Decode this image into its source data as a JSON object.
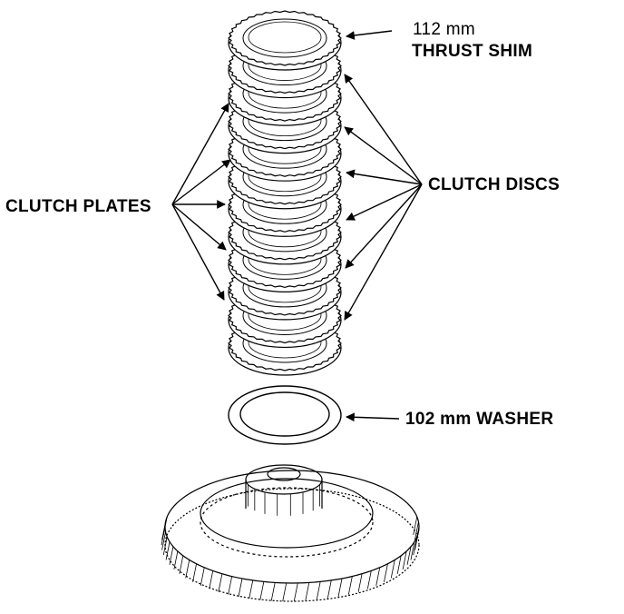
{
  "labels": {
    "thrust_shim_size": "112 mm",
    "thrust_shim_name": "THRUST SHIM",
    "clutch_discs": "CLUTCH DISCS",
    "clutch_plates": "CLUTCH PLATES",
    "washer": "102 mm WASHER"
  },
  "colors": {
    "ink": "#000000",
    "paper": "#ffffff"
  }
}
